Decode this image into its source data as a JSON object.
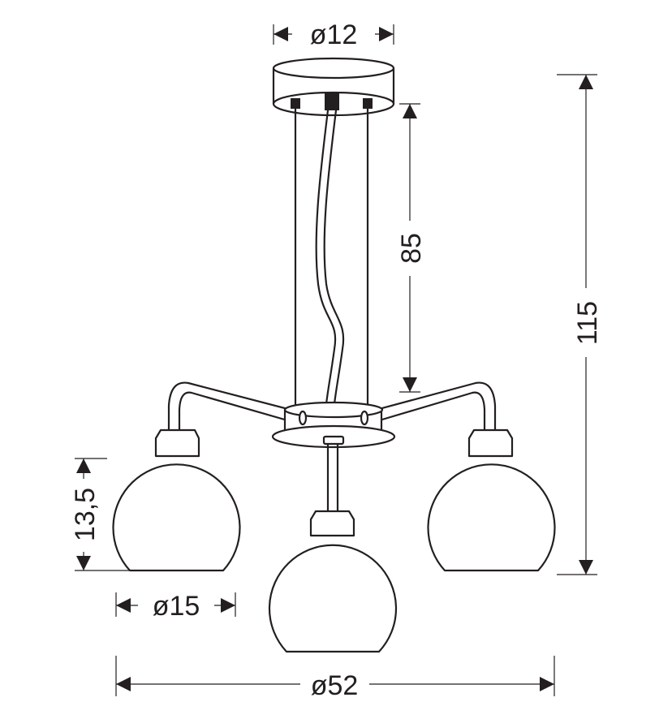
{
  "dimensions": {
    "canopy_diameter": "ø12",
    "suspension_length": "85",
    "total_height": "115",
    "shade_height": "13,5",
    "shade_diameter": "ø15",
    "total_diameter": "ø52"
  },
  "colors": {
    "line": "#231f20",
    "background": "#ffffff"
  }
}
